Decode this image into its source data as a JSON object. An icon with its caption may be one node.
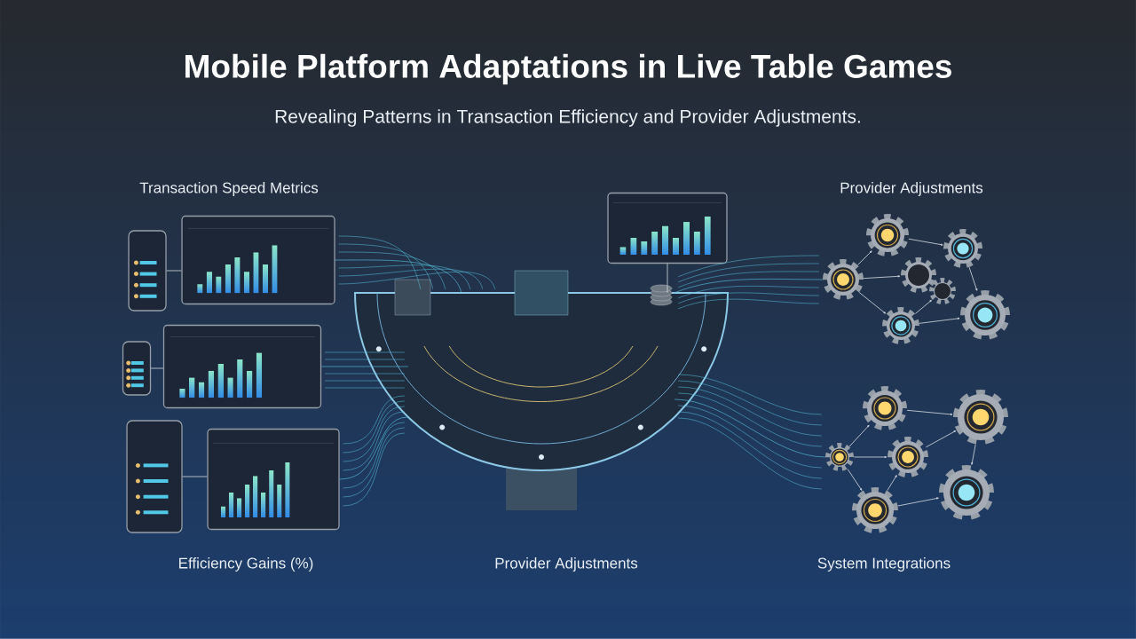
{
  "diagram": {
    "title": "Mobile Platform Adaptations in Live Table Games",
    "nodes": [
      {
        "text": [],
        "shape": "phone"
      },
      {
        "text": [],
        "shape": "tablet"
      },
      {
        "text": [],
        "shape": "phone"
      },
      {
        "text": [],
        "shape": "screen"
      },
      {
        "text": [],
        "shape": "phone"
      },
      {
        "text": [],
        "shape": "tablet"
      },
      {
        "text": [],
        "shape": "screen"
      },
      {
        "text": [],
        "shape": "picture"
      },
      {
        "text": [],
        "shape": "gear"
      },
      {
        "text": [],
        "shape": "gear"
      },
      {
        "text": [],
        "shape": "gear"
      },
      {
        "text": [],
        "shape": "gear"
      },
      {
        "text": [],
        "shape": "gear"
      },
      {
        "text": [],
        "shape": "gear"
      },
      {
        "text": [],
        "shape": "gear"
      },
      {
        "text": [],
        "shape": "gear"
      },
      {
        "text": [],
        "shape": "gear"
      },
      {
        "text": [],
        "shape": "gear"
      },
      {
        "text": [],
        "shape": "gear"
      },
      {
        "text": [],
        "shape": "gear"
      },
      {
        "text": [],
        "shape": "gear"
      }
    ],
    "edges": [
      {
        "from": 0,
        "to": 1,
        "arrow": "none"
      },
      {
        "from": 2,
        "to": 3,
        "arrow": "none"
      },
      {
        "from": 4,
        "to": 5,
        "arrow": "none"
      },
      {
        "from": 6,
        "to": 7,
        "arrow": "none"
      },
      {
        "from": 8,
        "to": 9,
        "arrow": "to"
      },
      {
        "from": 10,
        "to": 8,
        "arrow": "to"
      },
      {
        "from": 10,
        "to": 11,
        "arrow": "to"
      },
      {
        "from": 10,
        "to": 14,
        "arrow": "to"
      },
      {
        "from": 14,
        "to": 12,
        "arrow": "to"
      },
      {
        "from": 14,
        "to": 13,
        "arrow": "to"
      },
      {
        "from": 9,
        "to": 13,
        "arrow": "to"
      },
      {
        "from": 15,
        "to": 16,
        "arrow": "to"
      },
      {
        "from": 17,
        "to": 15,
        "arrow": "to"
      },
      {
        "from": 17,
        "to": 18,
        "arrow": "to"
      },
      {
        "from": 17,
        "to": 19,
        "arrow": "to"
      },
      {
        "from": 19,
        "to": 18,
        "arrow": "to"
      },
      {
        "from": 18,
        "to": 16,
        "arrow": "to"
      },
      {
        "from": 19,
        "to": 20,
        "arrow": "to"
      },
      {
        "from": 16,
        "to": 20,
        "arrow": "to"
      },
      {
        "from": 1,
        "to": 7,
        "arrow": "none",
        "color": "#5ac8e6"
      },
      {
        "from": 3,
        "to": 7,
        "arrow": "none",
        "color": "#5ac8e6"
      },
      {
        "from": 5,
        "to": 7,
        "arrow": "none",
        "color": "#5ac8e6"
      },
      {
        "from": 7,
        "to": 10,
        "arrow": "none",
        "color": "#5ac8e6"
      },
      {
        "from": 7,
        "to": 17,
        "arrow": "none",
        "color": "#5ac8e6"
      }
    ],
    "labels": [
      "Revealing Patterns in Transaction Efficiency and Provider Adjustments.",
      "Transaction Speed Metrics",
      "Provider Adjustments",
      "Efficiency Gains (%)",
      "Provider Adjustments",
      "System Integrations"
    ]
  }
}
